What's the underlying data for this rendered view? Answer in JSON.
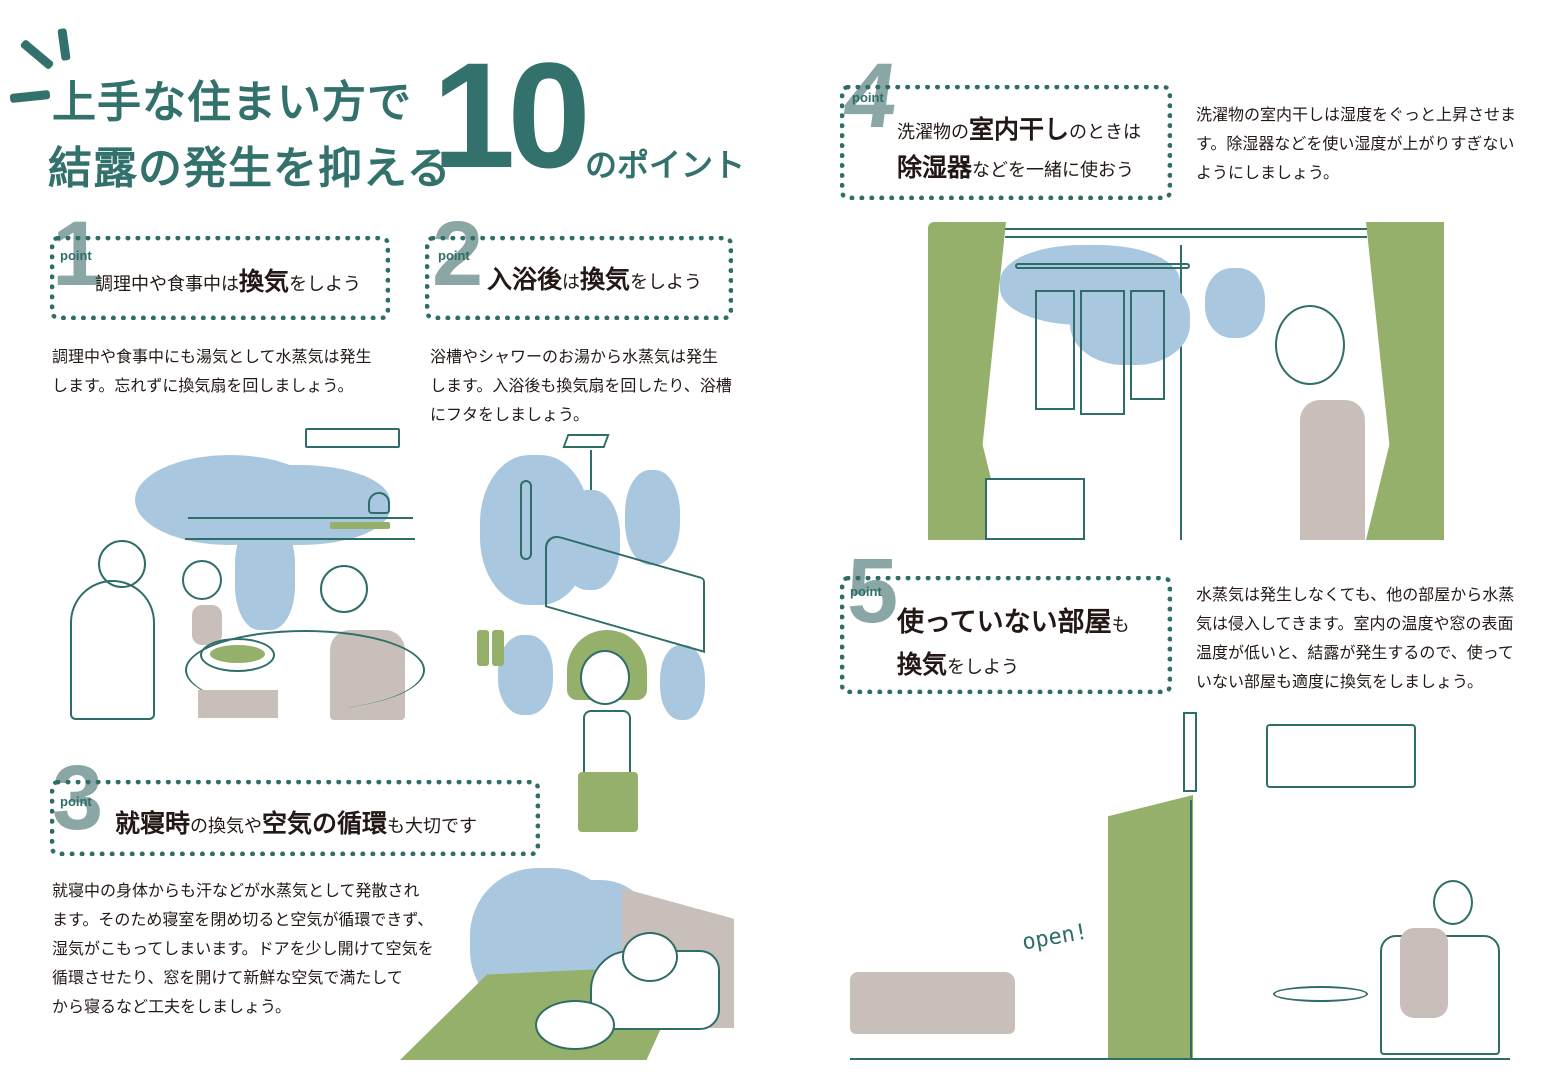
{
  "title": {
    "line1": "上手な住まい方で",
    "line2": "結露の発生を抑える",
    "number": "10",
    "suffix": "のポイント"
  },
  "colors": {
    "accent": "#33716c",
    "dots": "#2f6d68",
    "point_number": "#8aa7a5",
    "steam_blue": "#a9c8e0",
    "green": "#94b06a",
    "grey": "#c9bfba",
    "text": "#231815"
  },
  "points": [
    {
      "number": "1",
      "label": "point",
      "heading": [
        {
          "text": "調理中や食事中は",
          "style": "s"
        },
        {
          "text": "換気",
          "style": "b"
        },
        {
          "text": "をしよう",
          "style": "s"
        }
      ],
      "body": [
        "調理中や食事中にも湯気として水蒸気は発生",
        "します。忘れずに換気扇を回しましょう。"
      ],
      "illustration": "family-eating-hotpot-with-steam"
    },
    {
      "number": "2",
      "label": "point",
      "heading": [
        {
          "text": "入浴後",
          "style": "b"
        },
        {
          "text": "は",
          "style": "s"
        },
        {
          "text": "換気",
          "style": "b"
        },
        {
          "text": "をしよう",
          "style": "s"
        }
      ],
      "body": [
        "浴槽やシャワーのお湯から水蒸気は発生",
        "します。入浴後も換気扇を回したり、浴槽",
        "にフタをしましょう。"
      ],
      "illustration": "bathroom-steam-girl-towel"
    },
    {
      "number": "3",
      "label": "point",
      "heading": [
        {
          "text": "就寝時",
          "style": "b"
        },
        {
          "text": "の換気や",
          "style": "s"
        },
        {
          "text": "空気の循環",
          "style": "b"
        },
        {
          "text": "も大切です",
          "style": "s"
        }
      ],
      "body": [
        "就寝中の身体からも汗などが水蒸気として発散され",
        "ます。そのため寝室を閉め切ると空気が循環できず、",
        "湿気がこもってしまいます。ドアを少し開けて空気を",
        "循環させたり、窓を開けて新鮮な空気で満たして",
        "から寝るなど工夫をしましょう。"
      ],
      "illustration": "sleeping-girl-with-cat"
    },
    {
      "number": "4",
      "label": "point",
      "heading_line1": [
        {
          "text": "洗濯物の",
          "style": "s"
        },
        {
          "text": "室内干し",
          "style": "b"
        },
        {
          "text": "のときは",
          "style": "s"
        }
      ],
      "heading_line2": [
        {
          "text": "除湿器",
          "style": "b"
        },
        {
          "text": "などを一緒に使おう",
          "style": "s"
        }
      ],
      "body": [
        "洗濯物の室内干しは湿度をぐっと上昇させま",
        "す。除湿器などを使い湿度が上がりすぎない",
        "ようにしましょう。"
      ],
      "illustration": "indoor-laundry-dehumidifier"
    },
    {
      "number": "5",
      "label": "point",
      "heading_line1": [
        {
          "text": "使っていない部屋",
          "style": "b"
        },
        {
          "text": "も",
          "style": "s"
        }
      ],
      "heading_line2": [
        {
          "text": "換気",
          "style": "b"
        },
        {
          "text": "をしよう",
          "style": "s"
        }
      ],
      "body": [
        "水蒸気は発生しなくても、他の部屋から水蒸",
        "気は侵入してきます。室内の温度や窓の表面",
        "温度が低いと、結露が発生するので、使って",
        "いない部屋も適度に換気をしましょう。"
      ],
      "illustration": "open-door-airflow-aircon",
      "illustration_text": "open!"
    }
  ]
}
